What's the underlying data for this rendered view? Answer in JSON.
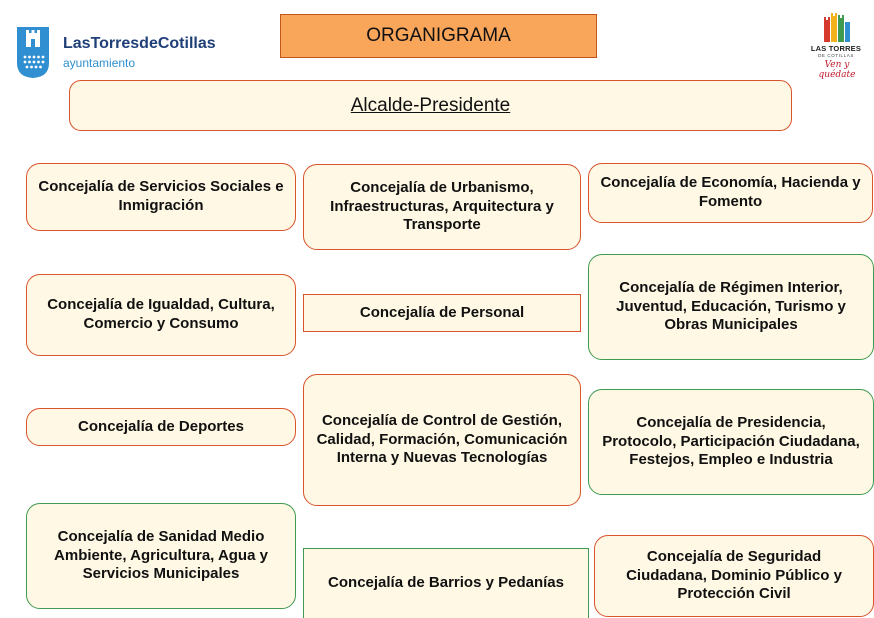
{
  "header": {
    "title": "ORGANIGRAMA",
    "left_logo": {
      "name": "LasTorresdeCotillas",
      "subtitle": "ayuntamiento",
      "icon": "town-crest-icon",
      "color": "#1f3f78"
    },
    "right_logo": {
      "brand": "LAS TORRES",
      "brand_sub": "DE COTILLAS",
      "slogan": "Ven y quédate",
      "icon": "castle-towers-icon"
    }
  },
  "top": {
    "label": "Alcalde-Presidente"
  },
  "colors": {
    "orange_border": "#d9532b",
    "green_border": "#3f9b4f",
    "box_fill": "#fff8e4",
    "title_fill": "#f9a55a"
  },
  "boxes": [
    {
      "label": "Concejalía de Servicios Sociales e Inmigración",
      "border": "orange"
    },
    {
      "label": "Concejalía de Urbanismo, Infraestructuras, Arquitectura y Transporte",
      "border": "orange"
    },
    {
      "label": "Concejalía de Economía, Hacienda y Fomento",
      "border": "orange"
    },
    {
      "label": "Concejalía de Igualdad, Cultura, Comercio y Consumo",
      "border": "orange"
    },
    {
      "label": "Concejalía de Personal",
      "border": "orange"
    },
    {
      "label": "Concejalía de Régimen Interior, Juventud, Educación, Turismo y Obras Municipales",
      "border": "green"
    },
    {
      "label": "Concejalía de Deportes",
      "border": "orange"
    },
    {
      "label": "Concejalía de Control de Gestión, Calidad, Formación, Comunicación Interna y Nuevas Tecnologías",
      "border": "orange"
    },
    {
      "label": "Concejalía de Presidencia, Protocolo, Participación Ciudadana, Festejos, Empleo e Industria",
      "border": "green"
    },
    {
      "label": "Concejalía de Sanidad Medio Ambiente, Agricultura, Agua y Servicios Municipales",
      "border": "green"
    },
    {
      "label": "Concejalía de Barrios y Pedanías",
      "border": "green"
    },
    {
      "label": "Concejalía de Seguridad Ciudadana, Dominio Público y Protección Civil",
      "border": "orange"
    }
  ]
}
